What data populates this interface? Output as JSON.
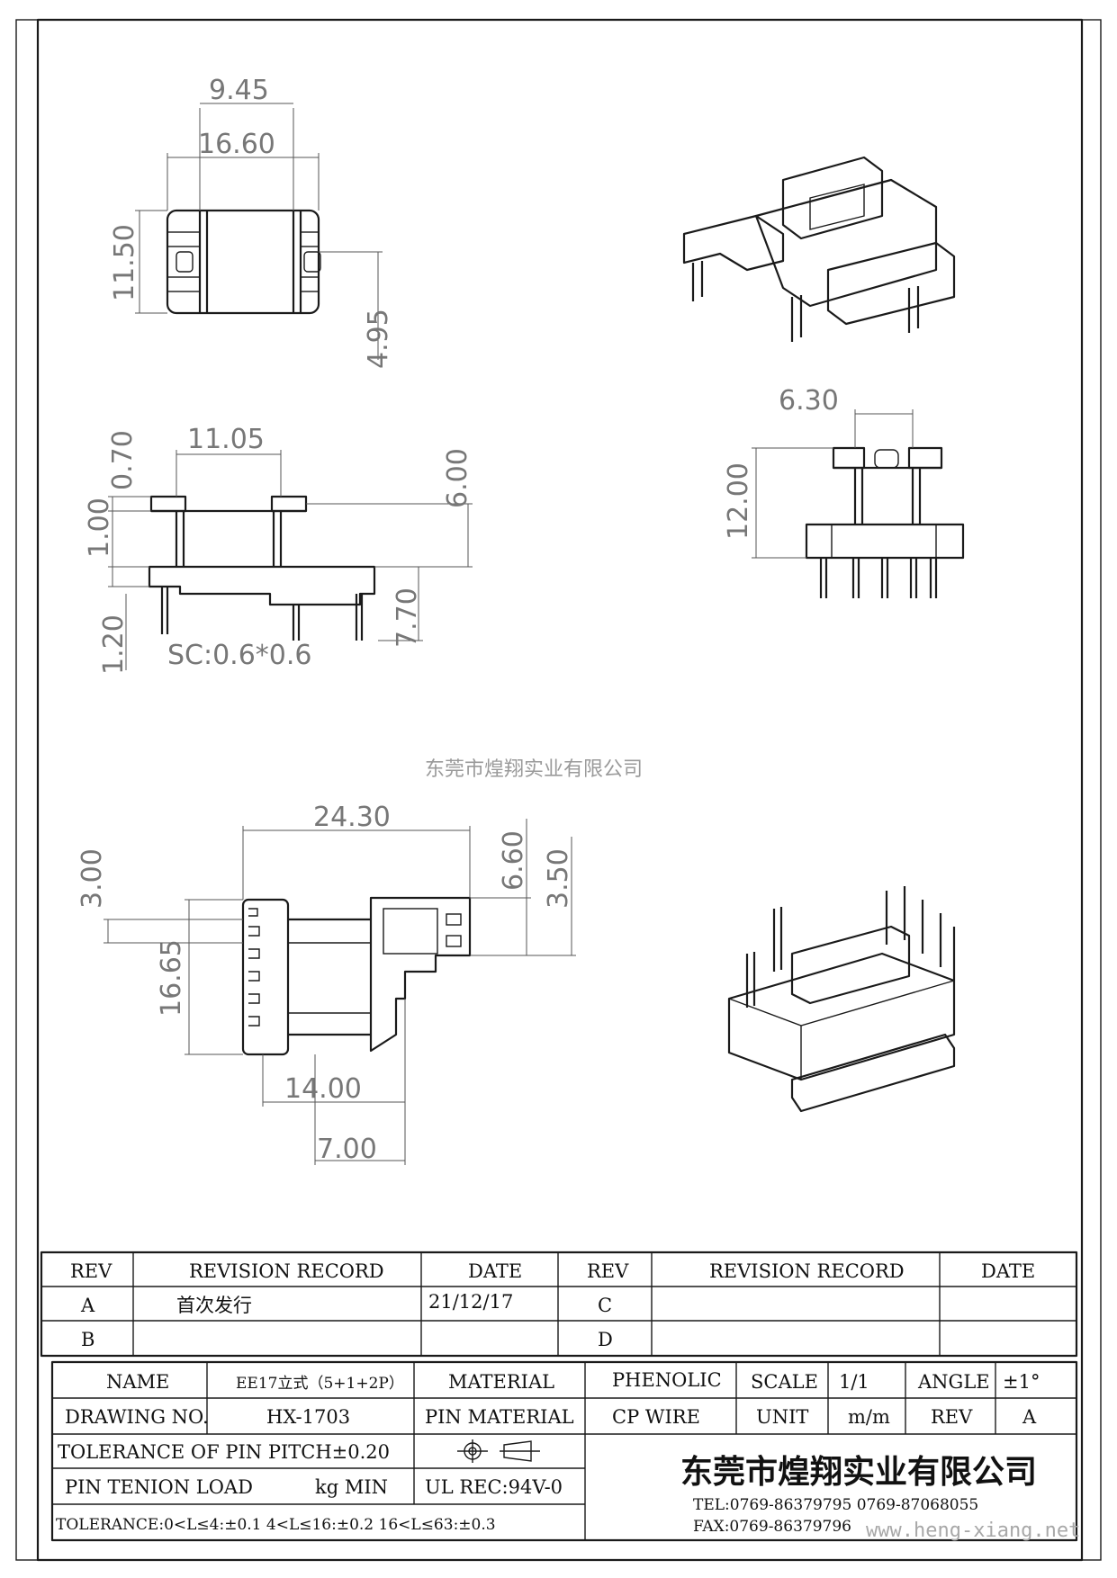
{
  "dimensions": {
    "top_view": [
      "9.45",
      "16.60",
      "11.50",
      "4.95"
    ],
    "front_view": [
      "11.05",
      "0.70",
      "1.00",
      "6.00",
      "1.20",
      "SC:0.6*0.6",
      "7.70"
    ],
    "side_view": [
      "6.30",
      "12.00"
    ],
    "bottom_view": [
      "24.30",
      "3.00",
      "6.60",
      "3.50",
      "16.65",
      "14.00",
      "7.00"
    ]
  },
  "watermark": "东莞市煌翔实业有限公司",
  "revision_table": {
    "headers": [
      "REV",
      "REVISION RECORD",
      "DATE",
      "REV",
      "REVISION RECORD",
      "DATE"
    ],
    "rows": [
      [
        "A",
        "首次发行",
        "21/12/17",
        "C",
        "",
        ""
      ],
      [
        "B",
        "",
        "",
        "D",
        "",
        ""
      ]
    ]
  },
  "title_block": {
    "name_label": "NAME",
    "name_value": "EE17立式（5+1+2P）",
    "material_label": "MATERIAL",
    "material_value": "PHENOLIC",
    "scale_label": "SCALE",
    "scale_value": "1/1",
    "angle_label": "ANGLE",
    "angle_value": "±1°",
    "drawing_no_label": "DRAWING NO.",
    "drawing_no_value": "HX-1703",
    "pin_material_label": "PIN MATERIAL",
    "pin_material_value": "CP WIRE",
    "unit_label": "UNIT",
    "unit_value": "m/m",
    "rev_label": "REV",
    "rev_value": "A",
    "tolerance_pitch": "TOLERANCE OF PIN PITCH±0.20",
    "pin_tension_label": "PIN TENION LOAD",
    "pin_tension_value": "kg MIN",
    "ul_rec": "UL REC:94V-0",
    "tolerance_general": "TOLERANCE:0<L≤4:±0.1  4<L≤16:±0.2  16<L≤63:±0.3",
    "company": "东莞市煌翔实业有限公司",
    "tel": "TEL:0769-86379795    0769-87068055",
    "fax": "FAX:0769-86379796",
    "website": "www.heng-xiang.net"
  }
}
